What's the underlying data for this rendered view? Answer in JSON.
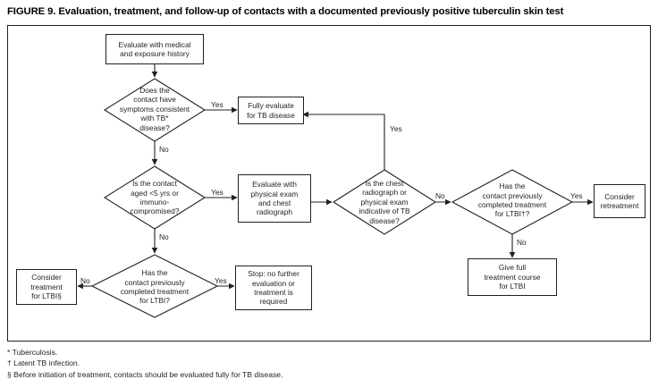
{
  "figure": {
    "title": "FIGURE 9. Evaluation, treatment, and follow-up of contacts with a documented previously positive tuberculin skin test"
  },
  "nodes": {
    "evaluate_history": "Evaluate with medical\nand exposure history",
    "symptoms_decision": "Does the\ncontact have\nsymptoms consistent\nwith TB* \ndisease?",
    "fully_evaluate": "Fully evaluate\nfor TB disease",
    "age_decision": "Is the contact\naged <5 yrs or\nimmuno-\ncompromised?",
    "physical_exam": "Evaluate with\nphysical exam\nand chest\nradiograph",
    "radiograph_decision": "Is the chest\nradiograph or\nphysical exam\nindicative of TB\ndisease?",
    "prior_treatment_decision_right": "Has the\ncontact previously\ncompleted treatment\nfor LTBI†?",
    "consider_retreatment": "Consider\nretreatment",
    "give_full_treatment": "Give full\ntreatment course\nfor LTBI",
    "prior_treatment_decision_bottom": "Has the\ncontact previously\ncompleted treatment\nfor LTBI?",
    "consider_treatment_ltbi": "Consider\ntreatment\nfor LTBI§",
    "stop_no_further": "Stop: no further\nevaluation or\ntreatment is\nrequired"
  },
  "edges": {
    "symptoms_yes": "Yes",
    "symptoms_no": "No",
    "age_yes": "Yes",
    "age_no": "No",
    "radiograph_yes": "Yes",
    "radiograph_no": "No",
    "right_prior_yes": "Yes",
    "right_prior_no": "No",
    "bottom_prior_yes": "Yes",
    "bottom_prior_no": "No"
  },
  "footnotes": {
    "f1": "* Tuberculosis.",
    "f2": "† Latent TB infection.",
    "f3": "§ Before initiation of treatment, contacts should be evaluated fully for TB disease."
  },
  "colors": {
    "ink": "#231f20",
    "background": "#ffffff"
  }
}
